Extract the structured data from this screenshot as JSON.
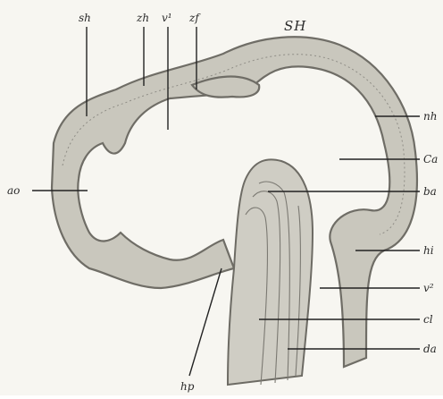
{
  "figure": {
    "title": "SH",
    "labels": {
      "sh": "sh",
      "zh": "zh",
      "v1": "v¹",
      "zf": "zf",
      "ao": "ao",
      "nh": "nh",
      "ca": "Ca",
      "ba": "ba",
      "hi": "hi",
      "v2": "v²",
      "cl": "cl",
      "da": "da",
      "hp": "hp"
    }
  }
}
